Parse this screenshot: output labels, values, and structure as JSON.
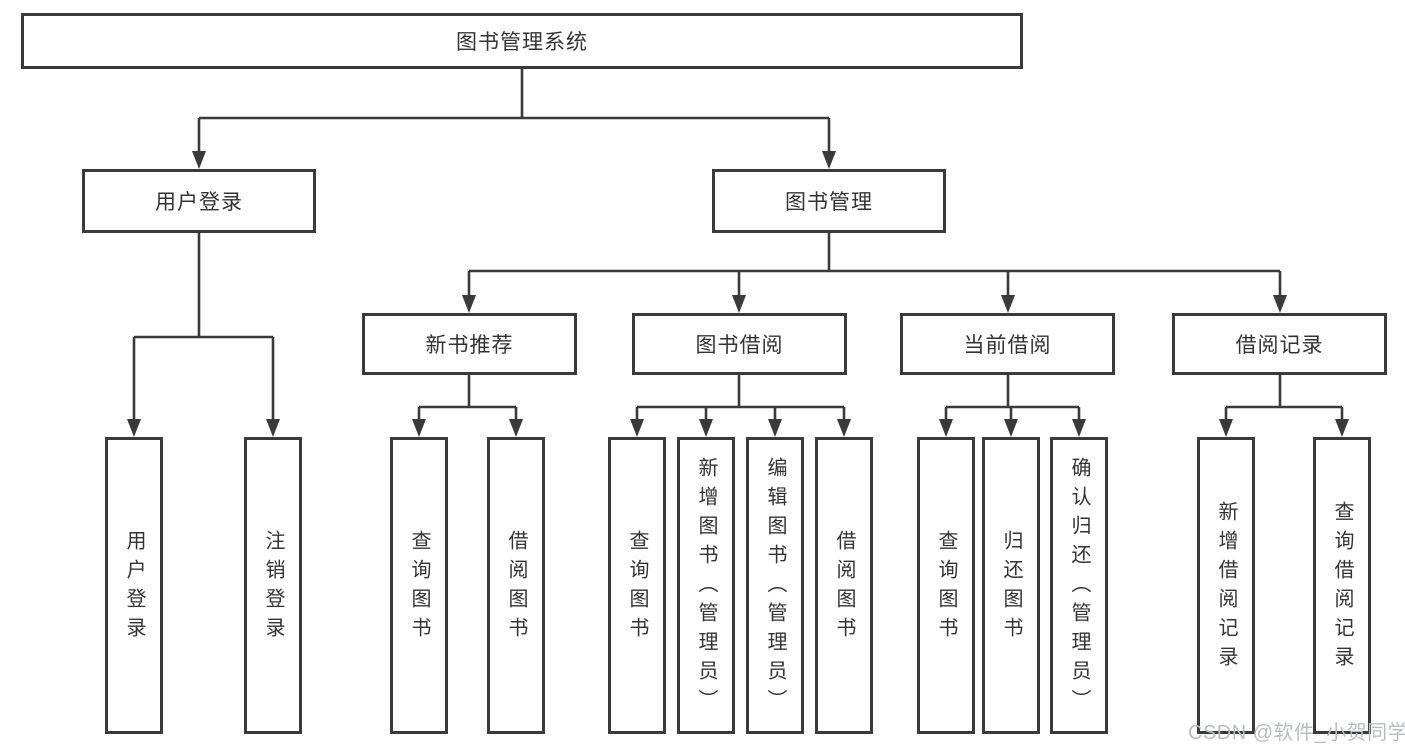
{
  "diagram_type": "tree",
  "colors": {
    "line": "#3a3a3a",
    "text": "#333333",
    "background": "#ffffff",
    "watermark": "#b9bcbf"
  },
  "watermark": {
    "text": "CSDN @软件_小贺同学"
  },
  "tree": {
    "label": "图书管理系统",
    "children": [
      {
        "label": "用户登录",
        "children": [
          {
            "label": "用户登录"
          },
          {
            "label": "注销登录"
          }
        ]
      },
      {
        "label": "图书管理",
        "children": [
          {
            "label": "新书推荐",
            "children": [
              {
                "label": "查询图书"
              },
              {
                "label": "借阅图书"
              }
            ]
          },
          {
            "label": "图书借阅",
            "children": [
              {
                "label": "查询图书"
              },
              {
                "label": "新增图书（管理员）"
              },
              {
                "label": "编辑图书（管理员）"
              },
              {
                "label": "借阅图书"
              }
            ]
          },
          {
            "label": "当前借阅",
            "children": [
              {
                "label": "查询图书"
              },
              {
                "label": "归还图书"
              },
              {
                "label": "确认归还（管理员）"
              }
            ]
          },
          {
            "label": "借阅记录",
            "children": [
              {
                "label": "新增借阅记录"
              },
              {
                "label": "查询借阅记录"
              }
            ]
          }
        ]
      }
    ]
  }
}
